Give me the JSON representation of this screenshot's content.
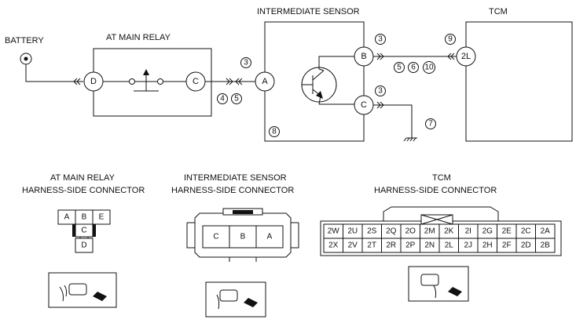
{
  "components": {
    "battery": "BATTERY",
    "relay": "AT MAIN RELAY",
    "sensor": "INTERMEDIATE SENSOR",
    "tcm": "TCM"
  },
  "pins": {
    "relay_d": "D",
    "relay_c": "C",
    "sensor_a": "A",
    "sensor_b": "B",
    "sensor_c": "C",
    "tcm_2l": "2L"
  },
  "notes": {
    "n3a": "3",
    "n4": "4",
    "n5a": "5",
    "n3b": "3",
    "n5b": "5",
    "n6": "6",
    "n10": "10",
    "n9": "9",
    "n3c": "3",
    "n7": "7",
    "n8": "8"
  },
  "connectors": {
    "relay": {
      "title1": "AT MAIN RELAY",
      "title2": "HARNESS-SIDE CONNECTOR",
      "pins": [
        "A",
        "B",
        "E",
        "C",
        "D"
      ]
    },
    "sensor": {
      "title1": "INTERMEDIATE SENSOR",
      "title2": "HARNESS-SIDE CONNECTOR",
      "pins": [
        "C",
        "B",
        "A"
      ]
    },
    "tcm": {
      "title1": "TCM",
      "title2": "HARNESS-SIDE CONNECTOR",
      "row1": [
        "2W",
        "2U",
        "2S",
        "2Q",
        "2O",
        "2M",
        "2K",
        "2I",
        "2G",
        "2E",
        "2C",
        "2A"
      ],
      "row2": [
        "2X",
        "2V",
        "2T",
        "2R",
        "2P",
        "2N",
        "2L",
        "2J",
        "2H",
        "2F",
        "2D",
        "2B"
      ]
    }
  }
}
